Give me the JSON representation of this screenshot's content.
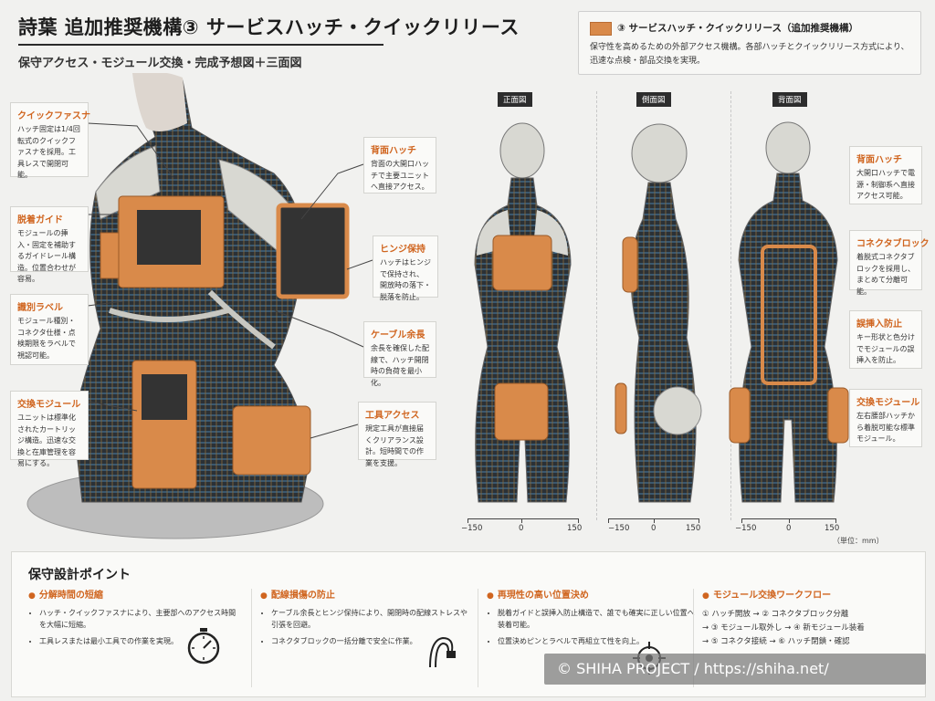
{
  "header": {
    "title": "詩葉  追加推奨機構③  サービスハッチ・クイックリリース",
    "subtitle": "保守アクセス・モジュール交換・完成予想図＋三面図"
  },
  "legend": {
    "heading": "③ サービスハッチ・クイックリリース（追加推奨機構）",
    "body": "保守性を高めるための外部アクセス機構。各部ハッチとクイックリリース方式により、迅速な点検・部品交換を実現。",
    "swatch_color": "#d98a4a"
  },
  "callouts_left": [
    {
      "title": "クイックファスナ",
      "body": "ハッチ固定は1/4回転式のクイックファスナを採用。工具レスで開閉可能。"
    },
    {
      "title": "脱着ガイド",
      "body": "モジュールの挿入・固定を補助するガイドレール構造。位置合わせが容易。"
    },
    {
      "title": "識別ラベル",
      "body": "モジュール種別・コネクタ仕様・点検期限をラベルで視認可能。"
    },
    {
      "title": "交換モジュール",
      "body": "ユニットは標準化されたカートリッジ構造。迅速な交換と在庫管理を容易にする。"
    }
  ],
  "callouts_mid": [
    {
      "title": "背面ハッチ",
      "body": "背面の大開口ハッチで主要ユニットへ直接アクセス。"
    },
    {
      "title": "ヒンジ保持",
      "body": "ハッチはヒンジで保持され、開放時の落下・脱落を防止。"
    },
    {
      "title": "ケーブル余長",
      "body": "余長を確保した配線で、ハッチ開閉時の負荷を最小化。"
    },
    {
      "title": "工具アクセス",
      "body": "規定工具が直接届くクリアランス設計。短時間での作業を支援。"
    }
  ],
  "callouts_right": [
    {
      "title": "背面ハッチ",
      "body": "大開口ハッチで電源・制御系へ直接アクセス可能。"
    },
    {
      "title": "コネクタブロック",
      "body": "着脱式コネクタブロックを採用し、まとめて分離可能。"
    },
    {
      "title": "誤挿入防止",
      "body": "キー形状と色分けでモジュールの誤挿入を防止。"
    },
    {
      "title": "交換モジュール",
      "body": "左右腰部ハッチから着脱可能な標準モジュール。"
    }
  ],
  "views": {
    "front": "正面図",
    "side": "側面図",
    "back": "背面図",
    "ticks": [
      "−150",
      "0",
      "150"
    ],
    "unit": "（単位：mm）"
  },
  "points": {
    "title": "保守設計ポイント",
    "col1": {
      "heading": "分解時間の短縮",
      "items": [
        "ハッチ・クイックファスナにより、主要部へのアクセス時間を大幅に短縮。",
        "工具レスまたは最小工具での作業を実現。"
      ]
    },
    "col2": {
      "heading": "配線損傷の防止",
      "items": [
        "ケーブル余長とヒンジ保持により、開閉時の配線ストレスや引張を回避。",
        "コネクタブロックの一括分離で安全に作業。"
      ]
    },
    "col3": {
      "heading": "再現性の高い位置決め",
      "items": [
        "脱着ガイドと誤挿入防止構造で、誰でも確実に正しい位置へ装着可能。",
        "位置決めピンとラベルで再組立て性を向上。"
      ]
    },
    "col4": {
      "heading": "モジュール交換ワークフロー",
      "row1": "① ハッチ開放 → ② コネクタブロック分離",
      "row2": "→ ③ モジュール取外し → ④ 新モジュール装着",
      "row3": "→ ⑤ コネクタ接続  → ⑥ ハッチ閉鎖・確認"
    }
  },
  "watermark": "© SHIHA PROJECT / https://shiha.net/"
}
